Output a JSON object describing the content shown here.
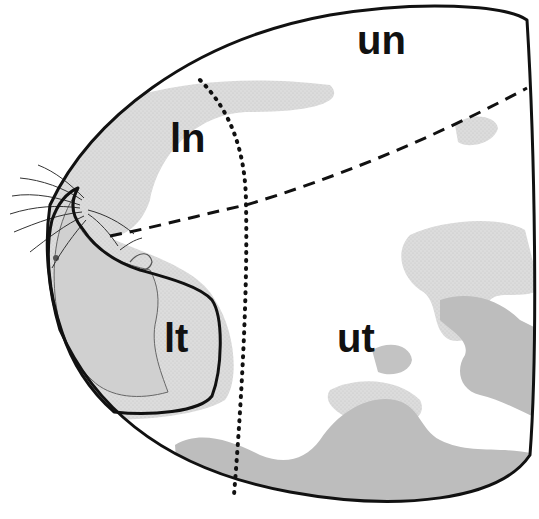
{
  "diagram": {
    "nodes": [
      {
        "text": [
          "un",
          "ln",
          "ut"
        ]
      },
      {
        "text": [
          "lt"
        ],
        "in": 0
      }
    ]
  }
}
